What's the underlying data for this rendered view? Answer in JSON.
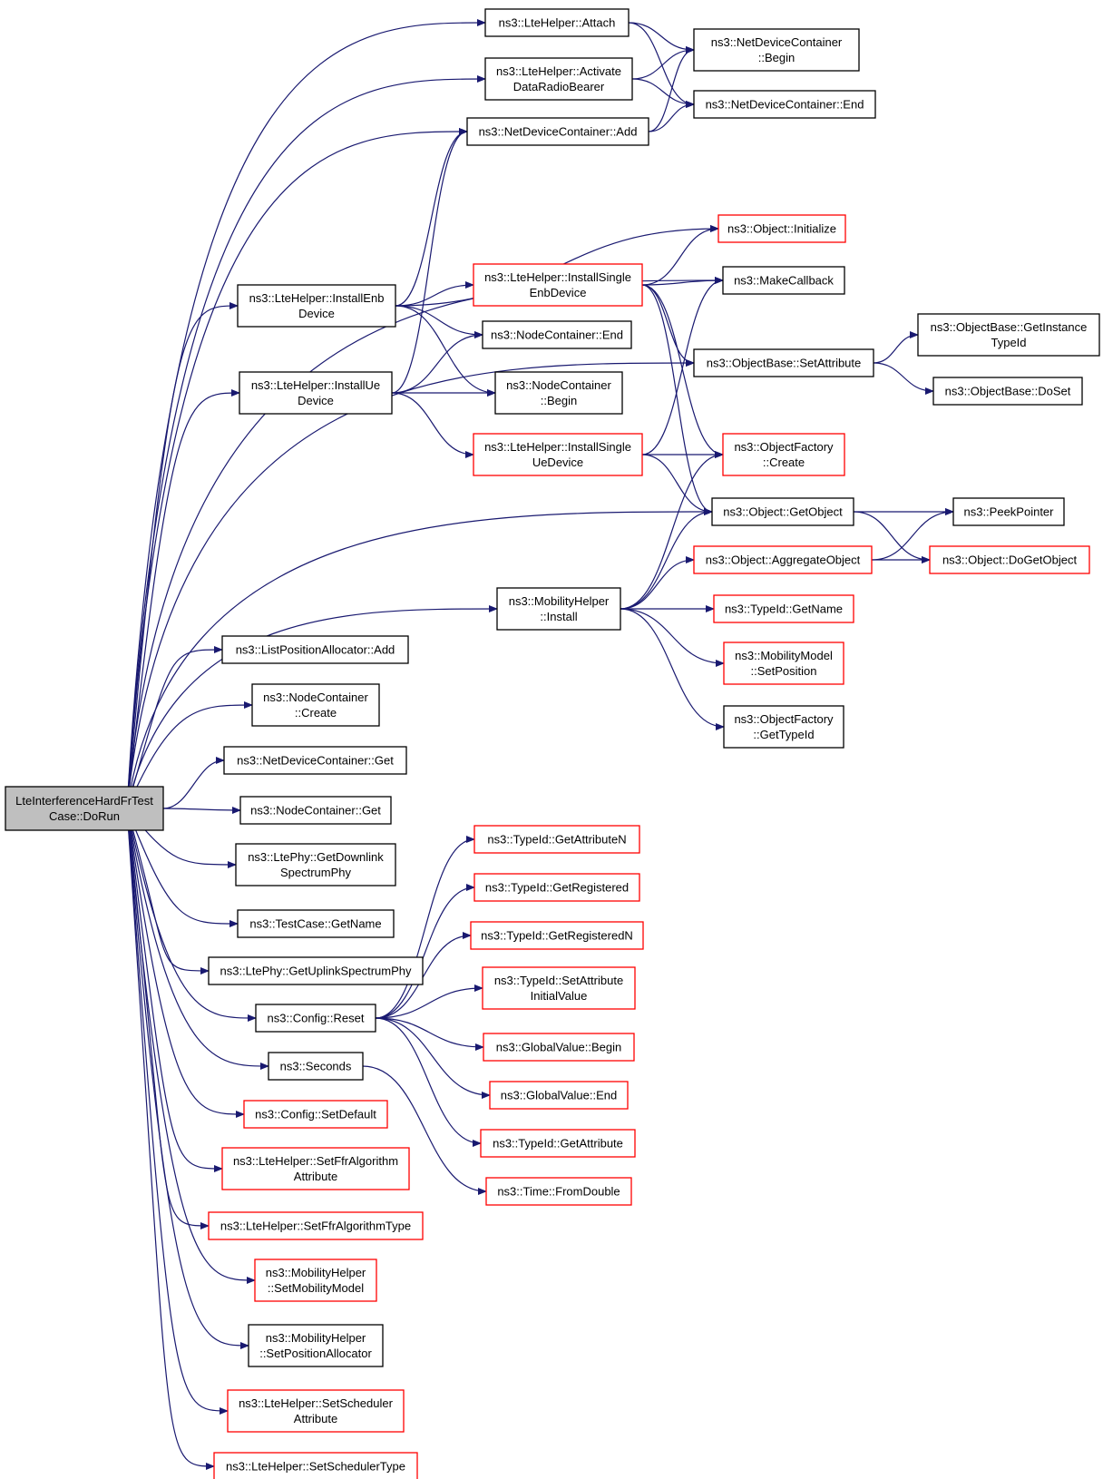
{
  "colors": {
    "edge": "#191970",
    "root_fill": "#bfbfbf",
    "normal_border": "#000000",
    "truncated_border": "#ff0000"
  },
  "root": {
    "lines": [
      "LteInterferenceHardFrTest",
      "Case::DoRun"
    ]
  },
  "nodes": {
    "attach": {
      "lines": [
        "ns3::LteHelper::Attach"
      ],
      "truncated": false
    },
    "activate": {
      "lines": [
        "ns3::LteHelper::Activate",
        "DataRadioBearer"
      ],
      "truncated": false
    },
    "ndc_add": {
      "lines": [
        "ns3::NetDeviceContainer::Add"
      ],
      "truncated": false
    },
    "ndc_begin": {
      "lines": [
        "ns3::NetDeviceContainer",
        "::Begin"
      ],
      "truncated": false
    },
    "ndc_end": {
      "lines": [
        "ns3::NetDeviceContainer::End"
      ],
      "truncated": false
    },
    "obj_init": {
      "lines": [
        "ns3::Object::Initialize"
      ],
      "truncated": true
    },
    "install_enb": {
      "lines": [
        "ns3::LteHelper::InstallEnb",
        "Device"
      ],
      "truncated": false
    },
    "install_single_enb": {
      "lines": [
        "ns3::LteHelper::InstallSingle",
        "EnbDevice"
      ],
      "truncated": true
    },
    "make_callback": {
      "lines": [
        "ns3::MakeCallback"
      ],
      "truncated": false
    },
    "nc_end": {
      "lines": [
        "ns3::NodeContainer::End"
      ],
      "truncated": false
    },
    "ob_set_attr": {
      "lines": [
        "ns3::ObjectBase::SetAttribute"
      ],
      "truncated": false
    },
    "ob_get_instance": {
      "lines": [
        "ns3::ObjectBase::GetInstance",
        "TypeId"
      ],
      "truncated": false
    },
    "install_ue": {
      "lines": [
        "ns3::LteHelper::InstallUe",
        "Device"
      ],
      "truncated": false
    },
    "nc_begin": {
      "lines": [
        "ns3::NodeContainer",
        "::Begin"
      ],
      "truncated": false
    },
    "ob_doset": {
      "lines": [
        "ns3::ObjectBase::DoSet"
      ],
      "truncated": false
    },
    "install_single_ue": {
      "lines": [
        "ns3::LteHelper::InstallSingle",
        "UeDevice"
      ],
      "truncated": true
    },
    "of_create": {
      "lines": [
        "ns3::ObjectFactory",
        "::Create"
      ],
      "truncated": true
    },
    "obj_get_object": {
      "lines": [
        "ns3::Object::GetObject"
      ],
      "truncated": false
    },
    "peek_pointer": {
      "lines": [
        "ns3::PeekPointer"
      ],
      "truncated": false
    },
    "obj_aggregate": {
      "lines": [
        "ns3::Object::AggregateObject"
      ],
      "truncated": true
    },
    "obj_doget": {
      "lines": [
        "ns3::Object::DoGetObject"
      ],
      "truncated": true
    },
    "mob_install": {
      "lines": [
        "ns3::MobilityHelper",
        "::Install"
      ],
      "truncated": false
    },
    "typeid_getname": {
      "lines": [
        "ns3::TypeId::GetName"
      ],
      "truncated": true
    },
    "lpa_add": {
      "lines": [
        "ns3::ListPositionAllocator::Add"
      ],
      "truncated": false
    },
    "mm_setpos": {
      "lines": [
        "ns3::MobilityModel",
        "::SetPosition"
      ],
      "truncated": true
    },
    "nc_create": {
      "lines": [
        "ns3::NodeContainer",
        "::Create"
      ],
      "truncated": false
    },
    "of_gettypeid": {
      "lines": [
        "ns3::ObjectFactory",
        "::GetTypeId"
      ],
      "truncated": false
    },
    "ndc_get": {
      "lines": [
        "ns3::NetDeviceContainer::Get"
      ],
      "truncated": false
    },
    "nc_get": {
      "lines": [
        "ns3::NodeContainer::Get"
      ],
      "truncated": false
    },
    "phy_getdl": {
      "lines": [
        "ns3::LtePhy::GetDownlink",
        "SpectrumPhy"
      ],
      "truncated": false
    },
    "tid_getattrn": {
      "lines": [
        "ns3::TypeId::GetAttributeN"
      ],
      "truncated": true
    },
    "tid_getreg": {
      "lines": [
        "ns3::TypeId::GetRegistered"
      ],
      "truncated": true
    },
    "tc_getname": {
      "lines": [
        "ns3::TestCase::GetName"
      ],
      "truncated": false
    },
    "tid_getregn": {
      "lines": [
        "ns3::TypeId::GetRegisteredN"
      ],
      "truncated": true
    },
    "phy_getul": {
      "lines": [
        "ns3::LtePhy::GetUplinkSpectrumPhy"
      ],
      "truncated": false
    },
    "tid_setattrinit": {
      "lines": [
        "ns3::TypeId::SetAttribute",
        "InitialValue"
      ],
      "truncated": true
    },
    "config_reset": {
      "lines": [
        "ns3::Config::Reset"
      ],
      "truncated": false
    },
    "gv_begin": {
      "lines": [
        "ns3::GlobalValue::Begin"
      ],
      "truncated": true
    },
    "seconds": {
      "lines": [
        "ns3::Seconds"
      ],
      "truncated": false
    },
    "gv_end": {
      "lines": [
        "ns3::GlobalValue::End"
      ],
      "truncated": true
    },
    "config_setdefault": {
      "lines": [
        "ns3::Config::SetDefault"
      ],
      "truncated": true
    },
    "tid_getattr": {
      "lines": [
        "ns3::TypeId::GetAttribute"
      ],
      "truncated": true
    },
    "set_ffr_attr": {
      "lines": [
        "ns3::LteHelper::SetFfrAlgorithm",
        "Attribute"
      ],
      "truncated": true
    },
    "time_fromdouble": {
      "lines": [
        "ns3::Time::FromDouble"
      ],
      "truncated": true
    },
    "set_ffr_type": {
      "lines": [
        "ns3::LteHelper::SetFfrAlgorithmType"
      ],
      "truncated": true
    },
    "set_mob_model": {
      "lines": [
        "ns3::MobilityHelper",
        "::SetMobilityModel"
      ],
      "truncated": true
    },
    "set_pos_alloc": {
      "lines": [
        "ns3::MobilityHelper",
        "::SetPositionAllocator"
      ],
      "truncated": false
    },
    "set_sched_attr": {
      "lines": [
        "ns3::LteHelper::SetScheduler",
        "Attribute"
      ],
      "truncated": true
    },
    "set_sched_type": {
      "lines": [
        "ns3::LteHelper::SetSchedulerType"
      ],
      "truncated": true
    }
  },
  "edges": [
    [
      "root",
      "attach"
    ],
    [
      "root",
      "activate"
    ],
    [
      "root",
      "ndc_add"
    ],
    [
      "root",
      "make_callback"
    ],
    [
      "root",
      "install_enb"
    ],
    [
      "root",
      "install_ue"
    ],
    [
      "root",
      "ob_set_attr"
    ],
    [
      "root",
      "obj_get_object"
    ],
    [
      "root",
      "mob_install"
    ],
    [
      "root",
      "lpa_add"
    ],
    [
      "root",
      "nc_create"
    ],
    [
      "root",
      "ndc_get"
    ],
    [
      "root",
      "nc_get"
    ],
    [
      "root",
      "phy_getdl"
    ],
    [
      "root",
      "tc_getname"
    ],
    [
      "root",
      "phy_getul"
    ],
    [
      "root",
      "config_reset"
    ],
    [
      "root",
      "seconds"
    ],
    [
      "root",
      "config_setdefault"
    ],
    [
      "root",
      "set_ffr_attr"
    ],
    [
      "root",
      "set_ffr_type"
    ],
    [
      "root",
      "set_mob_model"
    ],
    [
      "root",
      "set_pos_alloc"
    ],
    [
      "root",
      "set_sched_attr"
    ],
    [
      "root",
      "set_sched_type"
    ],
    [
      "attach",
      "ndc_begin"
    ],
    [
      "attach",
      "ndc_end"
    ],
    [
      "activate",
      "ndc_begin"
    ],
    [
      "activate",
      "ndc_end"
    ],
    [
      "ndc_add",
      "ndc_begin"
    ],
    [
      "ndc_add",
      "ndc_end"
    ],
    [
      "install_enb",
      "ndc_add"
    ],
    [
      "install_enb",
      "obj_init"
    ],
    [
      "install_enb",
      "install_single_enb"
    ],
    [
      "install_enb",
      "nc_end"
    ],
    [
      "install_enb",
      "nc_begin"
    ],
    [
      "install_single_enb",
      "obj_init"
    ],
    [
      "install_single_enb",
      "make_callback"
    ],
    [
      "install_single_enb",
      "ob_set_attr"
    ],
    [
      "install_single_enb",
      "of_create"
    ],
    [
      "install_single_enb",
      "obj_get_object"
    ],
    [
      "install_ue",
      "ndc_add"
    ],
    [
      "install_ue",
      "nc_end"
    ],
    [
      "install_ue",
      "nc_begin"
    ],
    [
      "install_ue",
      "install_single_ue"
    ],
    [
      "install_single_ue",
      "make_callback"
    ],
    [
      "install_single_ue",
      "of_create"
    ],
    [
      "install_single_ue",
      "obj_get_object"
    ],
    [
      "ob_set_attr",
      "ob_get_instance"
    ],
    [
      "ob_set_attr",
      "ob_doset"
    ],
    [
      "obj_get_object",
      "peek_pointer"
    ],
    [
      "obj_get_object",
      "obj_doget"
    ],
    [
      "obj_aggregate",
      "peek_pointer"
    ],
    [
      "obj_aggregate",
      "obj_doget"
    ],
    [
      "mob_install",
      "of_create"
    ],
    [
      "mob_install",
      "obj_get_object"
    ],
    [
      "mob_install",
      "obj_aggregate"
    ],
    [
      "mob_install",
      "typeid_getname"
    ],
    [
      "mob_install",
      "mm_setpos"
    ],
    [
      "mob_install",
      "of_gettypeid"
    ],
    [
      "config_reset",
      "tid_getattrn"
    ],
    [
      "config_reset",
      "tid_getreg"
    ],
    [
      "config_reset",
      "tid_getregn"
    ],
    [
      "config_reset",
      "tid_setattrinit"
    ],
    [
      "config_reset",
      "gv_begin"
    ],
    [
      "config_reset",
      "gv_end"
    ],
    [
      "config_reset",
      "tid_getattr"
    ],
    [
      "seconds",
      "time_fromdouble"
    ]
  ]
}
